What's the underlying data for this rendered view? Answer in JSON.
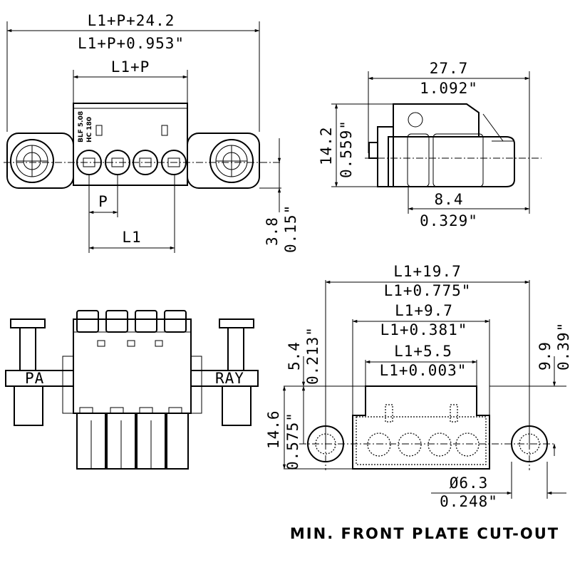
{
  "top_left_view": {
    "dims": {
      "overall_mm": "L1+P+24.2",
      "overall_in": "L1+P+0.953\"",
      "body": "L1+P",
      "pitch": "P",
      "pins": "L1",
      "offset_mm": "3.8",
      "offset_in": "0.15\""
    },
    "side_label_1": "BLF 5.08",
    "side_label_2": "HC 180"
  },
  "top_right_view": {
    "dims": {
      "depth_mm": "27.7",
      "depth_in": "1.092\"",
      "height_mm": "14.2",
      "height_in": "0.559\"",
      "pin_mm": "8.4",
      "pin_in": "0.329\""
    }
  },
  "bottom_left_view": {
    "flange_left": "PA",
    "flange_right": "RAY"
  },
  "cutout_view": {
    "dims": {
      "overall_mm": "L1+19.7",
      "overall_in": "L1+0.775\"",
      "window_mm": "L1+9.7",
      "window_in": "L1+0.381\"",
      "inner_mm": "L1+5.5",
      "inner_in": "L1+0.003\"",
      "top_mm": "5.4",
      "top_in": "0.213\"",
      "height_mm": "14.6",
      "height_in": "0.575\"",
      "right_mm": "9.9",
      "right_in": "0.39\"",
      "hole_mm": "Ø6.3",
      "hole_in": "0.248\""
    },
    "caption": "MIN. FRONT PLATE CUT-OUT"
  }
}
